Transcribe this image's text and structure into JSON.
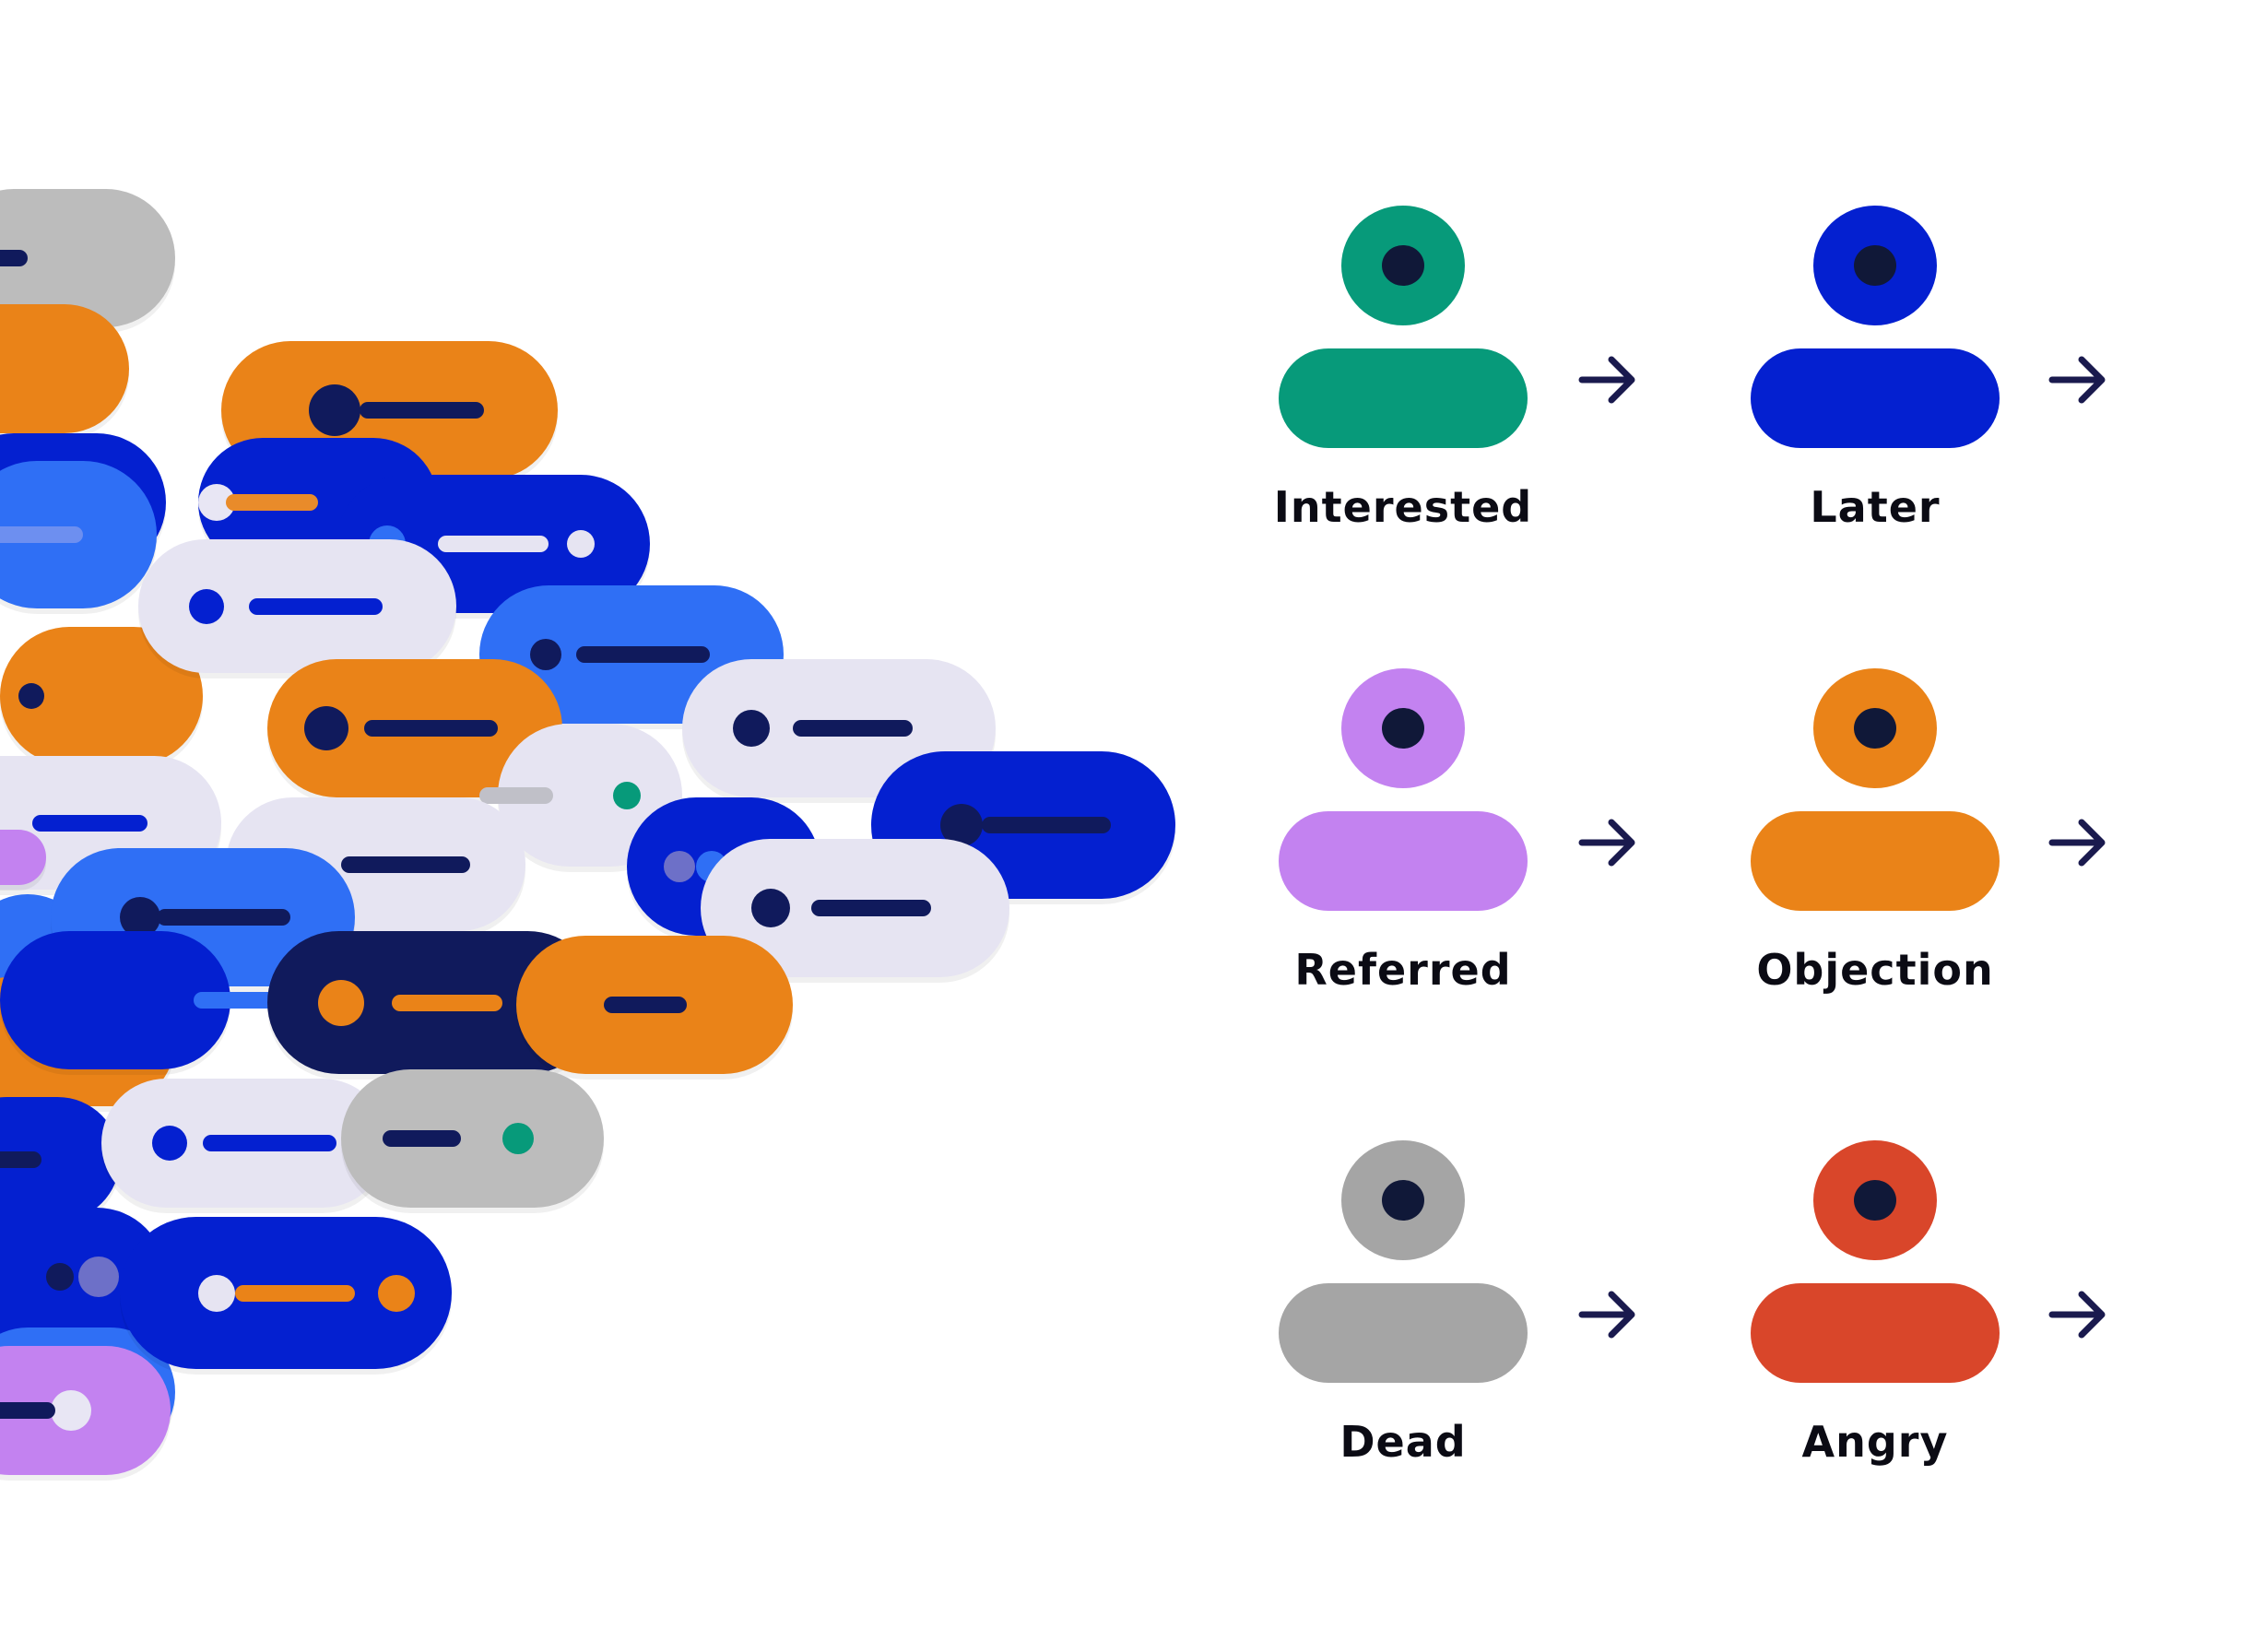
{
  "colors": {
    "background": "#ffffff",
    "navy": "#101a5c",
    "arrow": "#1a1a4e"
  },
  "personas": [
    {
      "label": "Interested",
      "color": "#079a7a",
      "icon": "person-icon"
    },
    {
      "label": "Later",
      "color": "#0420d0",
      "icon": "person-icon"
    },
    {
      "label": "Referred",
      "color": "#c382f0",
      "icon": "person-icon"
    },
    {
      "label": "Objection",
      "color": "#ea8318",
      "icon": "person-icon"
    },
    {
      "label": "Dead",
      "color": "#a5a5a5",
      "icon": "person-icon"
    },
    {
      "label": "Angry",
      "color": "#d9462a",
      "icon": "person-icon"
    }
  ],
  "arrow_icon": "arrow-right-icon",
  "message_pile": {
    "icon": "message-bubble-icon",
    "palette": [
      "#bcbcbc",
      "#2f6ff5",
      "#0420d0",
      "#ea8318",
      "#e6e4f2",
      "#c382f0",
      "#101a5c",
      "#079a7a"
    ]
  }
}
